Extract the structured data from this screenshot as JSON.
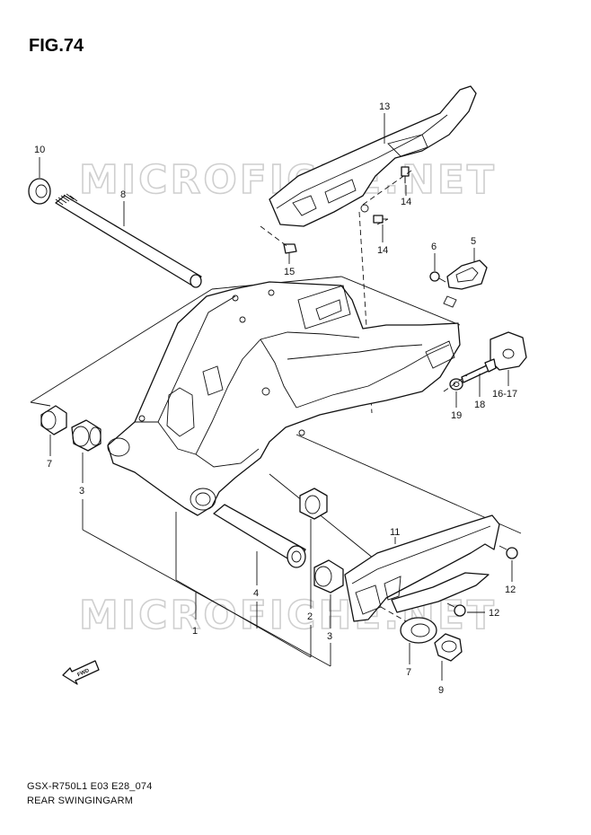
{
  "figure": {
    "title": "FIG.74",
    "model_code": "GSX-R750L1 E03 E28_074",
    "caption": "REAR SWINGINGARM"
  },
  "watermark": {
    "text": "MICROFICHE.NET"
  },
  "fwd_badge": {
    "text": "FWD"
  },
  "callouts": [
    {
      "id": "c13",
      "label": "13"
    },
    {
      "id": "c10",
      "label": "10"
    },
    {
      "id": "c8",
      "label": "8"
    },
    {
      "id": "c14a",
      "label": "14"
    },
    {
      "id": "c14b",
      "label": "14"
    },
    {
      "id": "c15",
      "label": "15"
    },
    {
      "id": "c6",
      "label": "6"
    },
    {
      "id": "c5",
      "label": "5"
    },
    {
      "id": "c18",
      "label": "18"
    },
    {
      "id": "c1617",
      "label": "16-17"
    },
    {
      "id": "c19",
      "label": "19"
    },
    {
      "id": "c7a",
      "label": "7"
    },
    {
      "id": "c3a",
      "label": "3"
    },
    {
      "id": "c11",
      "label": "11"
    },
    {
      "id": "c12a",
      "label": "12"
    },
    {
      "id": "c12b",
      "label": "12"
    },
    {
      "id": "c4",
      "label": "4"
    },
    {
      "id": "c2",
      "label": "2"
    },
    {
      "id": "c1",
      "label": "1"
    },
    {
      "id": "c3b",
      "label": "3"
    },
    {
      "id": "c7b",
      "label": "7"
    },
    {
      "id": "c9",
      "label": "9"
    }
  ]
}
